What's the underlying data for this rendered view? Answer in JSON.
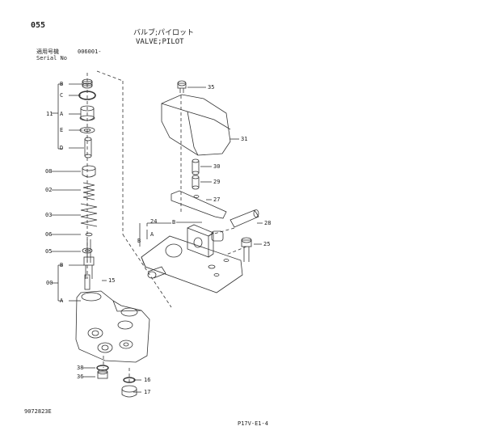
{
  "header": {
    "page_number": "055",
    "title_jp": "バルブ;パイロット",
    "title_en": "VALVE;PILOT",
    "serial_label_jp": "適用号機",
    "serial_value": "006001-",
    "serial_label_en": "Serial No"
  },
  "footer": {
    "figure_number": "9072823E",
    "page_reference": "P17V-E1-4"
  },
  "callouts": {
    "part_11": "11",
    "part_08": "08",
    "part_02": "02",
    "part_03": "03",
    "part_06": "06",
    "part_05": "05",
    "part_00": "00",
    "part_15": "15",
    "part_38": "38",
    "part_36": "36",
    "part_16": "16",
    "part_17": "17",
    "part_35": "35",
    "part_31": "31",
    "part_30": "30",
    "part_29": "29",
    "part_27": "27",
    "part_24": "24",
    "part_28": "28",
    "part_25": "25",
    "ref_B": "B",
    "ref_C": "C",
    "ref_A": "A",
    "ref_E": "E",
    "ref_D": "D"
  }
}
